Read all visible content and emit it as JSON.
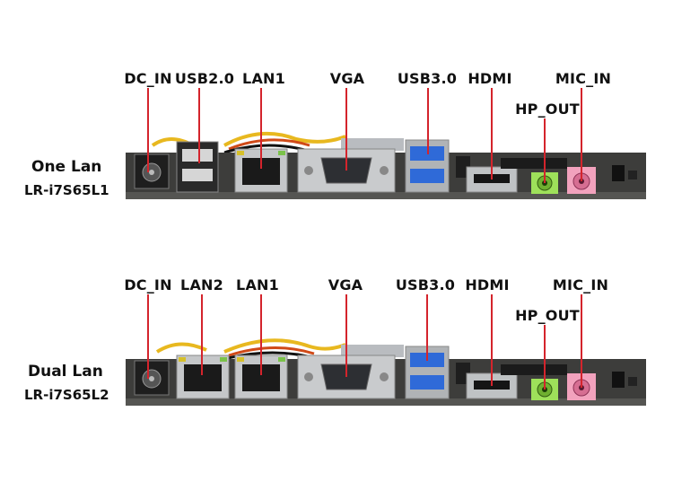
{
  "variants": [
    {
      "title": "One Lan",
      "model": "LR-i7S65L1",
      "ports": [
        "DC_IN",
        "USB2.0",
        "LAN1",
        "VGA",
        "USB3.0",
        "HDMI",
        "HP_OUT",
        "MIC_IN"
      ]
    },
    {
      "title": "Dual Lan",
      "model": "LR-i7S65L2",
      "ports": [
        "DC_IN",
        "LAN2",
        "LAN1",
        "VGA",
        "USB3.0",
        "HDMI",
        "HP_OUT",
        "MIC_IN"
      ]
    }
  ],
  "colors": {
    "leader": "#d4242c",
    "pcb": "#3d3d3b",
    "audio_green": "#8fd13f",
    "audio_pink": "#e58aa8",
    "usb3_blue": "#2f6ad8"
  }
}
